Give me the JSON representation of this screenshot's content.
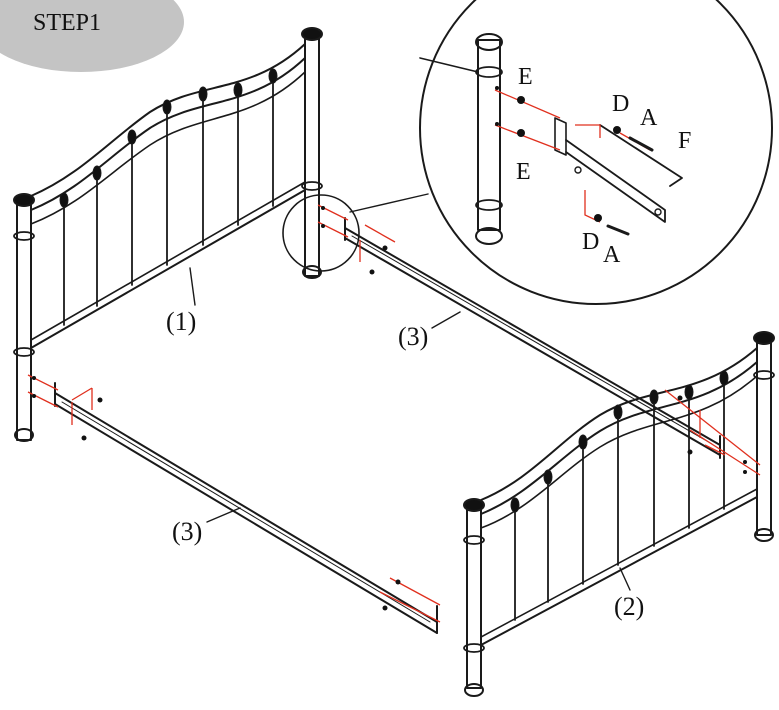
{
  "step": {
    "title": "STEP1"
  },
  "parts": {
    "headboard": "(1)",
    "footboard": "(2)",
    "rail_right": "(3)",
    "rail_left": "(3)"
  },
  "hardware": {
    "e_top": "E",
    "e_bottom": "E",
    "d_top": "D",
    "a_top": "A",
    "f": "F",
    "d_bottom": "D",
    "a_bottom": "A"
  },
  "colors": {
    "line": "#1a1a1a",
    "hardware_guides": "#e0301e",
    "step_badge": "#c4c4c4"
  }
}
